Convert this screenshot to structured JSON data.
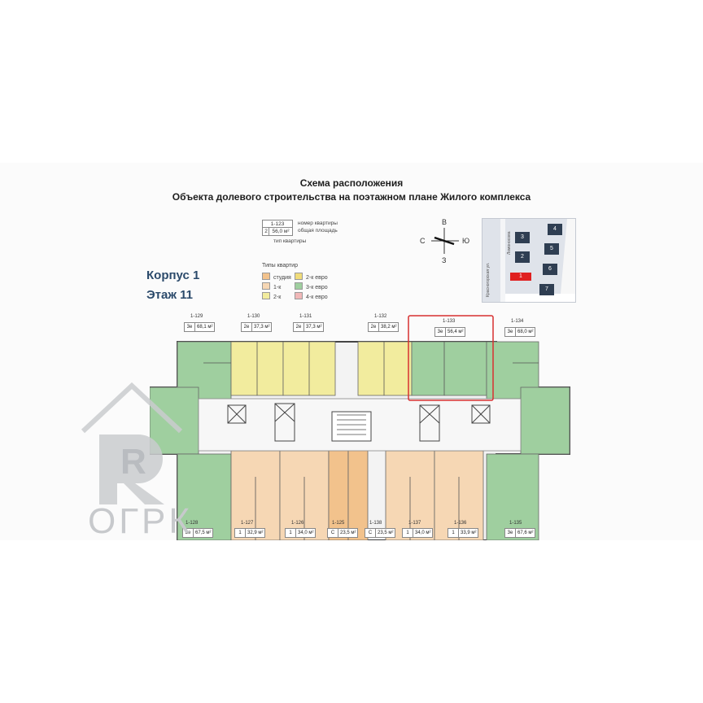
{
  "header": {
    "line1": "Схема расположения",
    "line2": "Объекта долевого строительства на поэтажном плане Жилого комплекса"
  },
  "legend_sample": {
    "number": "1-123",
    "type": "2",
    "area": "56,0 м²",
    "label_number": "номер квартиры",
    "label_area": "общая площадь",
    "label_type": "тип квартиры"
  },
  "building": {
    "corpus": "Корпус 1",
    "floor": "Этаж 11"
  },
  "types": {
    "title": "Типы квартир",
    "items": [
      {
        "label": "студия",
        "color": "#f2c28c"
      },
      {
        "label": "1-к",
        "color": "#f6d7b4"
      },
      {
        "label": "2-к",
        "color": "#f2ec9e"
      },
      {
        "label": "2-к евро",
        "color": "#f0dc7a"
      },
      {
        "label": "3-к евро",
        "color": "#9fcf9f"
      },
      {
        "label": "4-к евро",
        "color": "#f1b8b8"
      }
    ]
  },
  "compass": {
    "n": "В",
    "s": "З",
    "w": "С",
    "e": "Ю"
  },
  "site_plan": {
    "street": "Красногорская ул.",
    "street2": "Ломоносова",
    "buildings": [
      "1",
      "2",
      "3",
      "4",
      "5",
      "6",
      "7"
    ],
    "highlight": "1"
  },
  "apartments_top": [
    {
      "num": "1-129",
      "type": "3е",
      "area": "68,1 м²"
    },
    {
      "num": "1-130",
      "type": "2е",
      "area": "37,3 м²"
    },
    {
      "num": "1-131",
      "type": "2е",
      "area": "37,3 м²"
    },
    {
      "num": "1-132",
      "type": "2е",
      "area": "38,2 м²"
    },
    {
      "num": "1-133",
      "type": "3е",
      "area": "56,4 м²"
    },
    {
      "num": "1-134",
      "type": "3е",
      "area": "68,0 м²"
    }
  ],
  "apartments_bottom": [
    {
      "num": "1-128",
      "type": "3е",
      "area": "67,5 м²"
    },
    {
      "num": "1-127",
      "type": "1",
      "area": "32,9 м²"
    },
    {
      "num": "1-126",
      "type": "1",
      "area": "34,0 м²"
    },
    {
      "num": "1-125",
      "type": "С",
      "area": "23,5 м²"
    },
    {
      "num": "1-138",
      "type": "С",
      "area": "23,5 м²"
    },
    {
      "num": "1-137",
      "type": "1",
      "area": "34,0 м²"
    },
    {
      "num": "1-136",
      "type": "1",
      "area": "33,9 м²"
    },
    {
      "num": "1-135",
      "type": "3е",
      "area": "67,6 м²"
    }
  ],
  "watermark": {
    "text": "ОГРК",
    "letter": "R"
  }
}
